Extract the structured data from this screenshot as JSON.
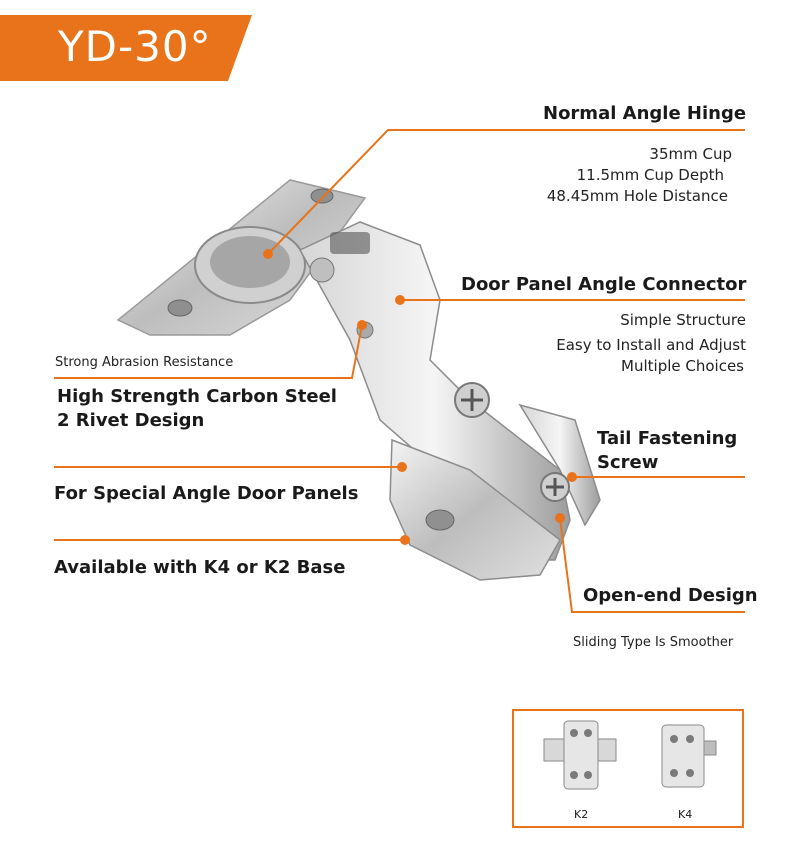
{
  "header": {
    "model": "YD-30°"
  },
  "colors": {
    "accent": "#e8731a",
    "steel_light": "#e6e6e6",
    "steel_dark": "#8a8a8a"
  },
  "callouts": {
    "normal_angle": {
      "title": "Normal Angle Hinge",
      "specs": [
        "35mm Cup",
        "11.5mm Cup Depth",
        "48.45mm Hole Distance"
      ]
    },
    "connector": {
      "title": "Door Panel Angle Connector",
      "notes": [
        "Simple Structure",
        "Easy to Install and Adjust",
        "Multiple Choices"
      ]
    },
    "carbon_steel": {
      "caption": "Strong Abrasion Resistance",
      "title_lines": [
        "High Strength Carbon Steel",
        "2 Rivet Design"
      ]
    },
    "tail_screw": {
      "title_lines": [
        "Tail Fastening",
        "Screw"
      ]
    },
    "special_angle": {
      "title": "For Special Angle Door Panels"
    },
    "base": {
      "title": "Available with K4 or K2 Base"
    },
    "open_end": {
      "title": "Open-end Design",
      "caption": "Sliding Type Is Smoother"
    }
  },
  "bases": {
    "labels": [
      "K2",
      "K4"
    ]
  }
}
